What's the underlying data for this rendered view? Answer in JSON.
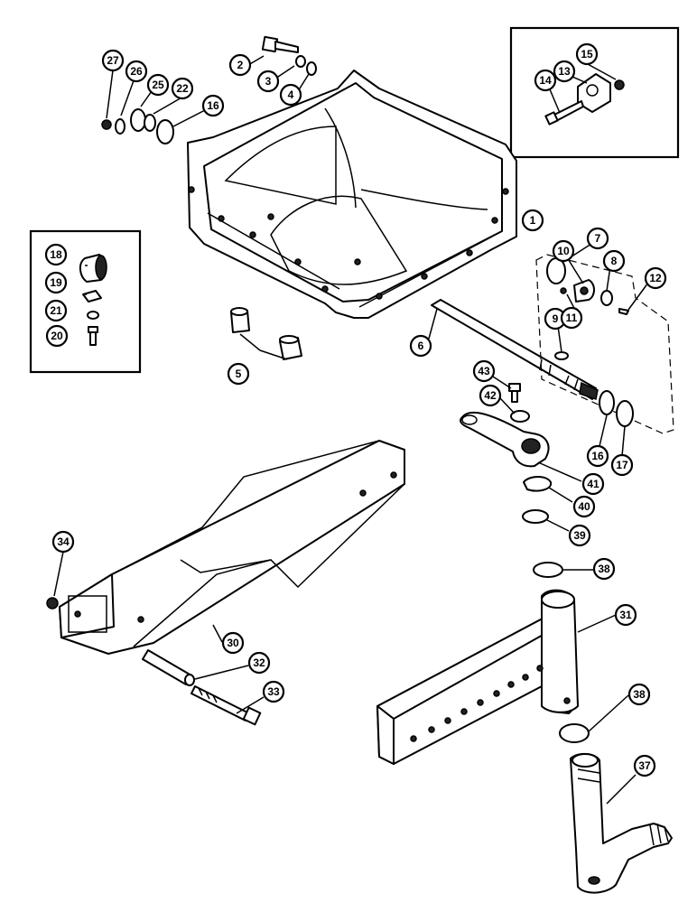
{
  "callouts": [
    {
      "id": "c1",
      "label": "1"
    },
    {
      "id": "c2",
      "label": "2"
    },
    {
      "id": "c3",
      "label": "3"
    },
    {
      "id": "c4",
      "label": "4"
    },
    {
      "id": "c5",
      "label": "5"
    },
    {
      "id": "c6",
      "label": "6"
    },
    {
      "id": "c7",
      "label": "7"
    },
    {
      "id": "c8",
      "label": "8"
    },
    {
      "id": "c9",
      "label": "9"
    },
    {
      "id": "c10",
      "label": "10"
    },
    {
      "id": "c11",
      "label": "11"
    },
    {
      "id": "c12",
      "label": "12"
    },
    {
      "id": "c13",
      "label": "13"
    },
    {
      "id": "c14",
      "label": "14"
    },
    {
      "id": "c15",
      "label": "15"
    },
    {
      "id": "c16a",
      "label": "16"
    },
    {
      "id": "c16b",
      "label": "16"
    },
    {
      "id": "c17",
      "label": "17"
    },
    {
      "id": "c18",
      "label": "18"
    },
    {
      "id": "c19",
      "label": "19"
    },
    {
      "id": "c20",
      "label": "20"
    },
    {
      "id": "c21",
      "label": "21"
    },
    {
      "id": "c22",
      "label": "22"
    },
    {
      "id": "c25",
      "label": "25"
    },
    {
      "id": "c26",
      "label": "26"
    },
    {
      "id": "c27",
      "label": "27"
    },
    {
      "id": "c30",
      "label": "30"
    },
    {
      "id": "c31",
      "label": "31"
    },
    {
      "id": "c32",
      "label": "32"
    },
    {
      "id": "c33",
      "label": "33"
    },
    {
      "id": "c34",
      "label": "34"
    },
    {
      "id": "c37",
      "label": "37"
    },
    {
      "id": "c38a",
      "label": "38"
    },
    {
      "id": "c38b",
      "label": "38"
    },
    {
      "id": "c39",
      "label": "39"
    },
    {
      "id": "c40",
      "label": "40"
    },
    {
      "id": "c41",
      "label": "41"
    },
    {
      "id": "c42",
      "label": "42"
    },
    {
      "id": "c43",
      "label": "43"
    }
  ]
}
